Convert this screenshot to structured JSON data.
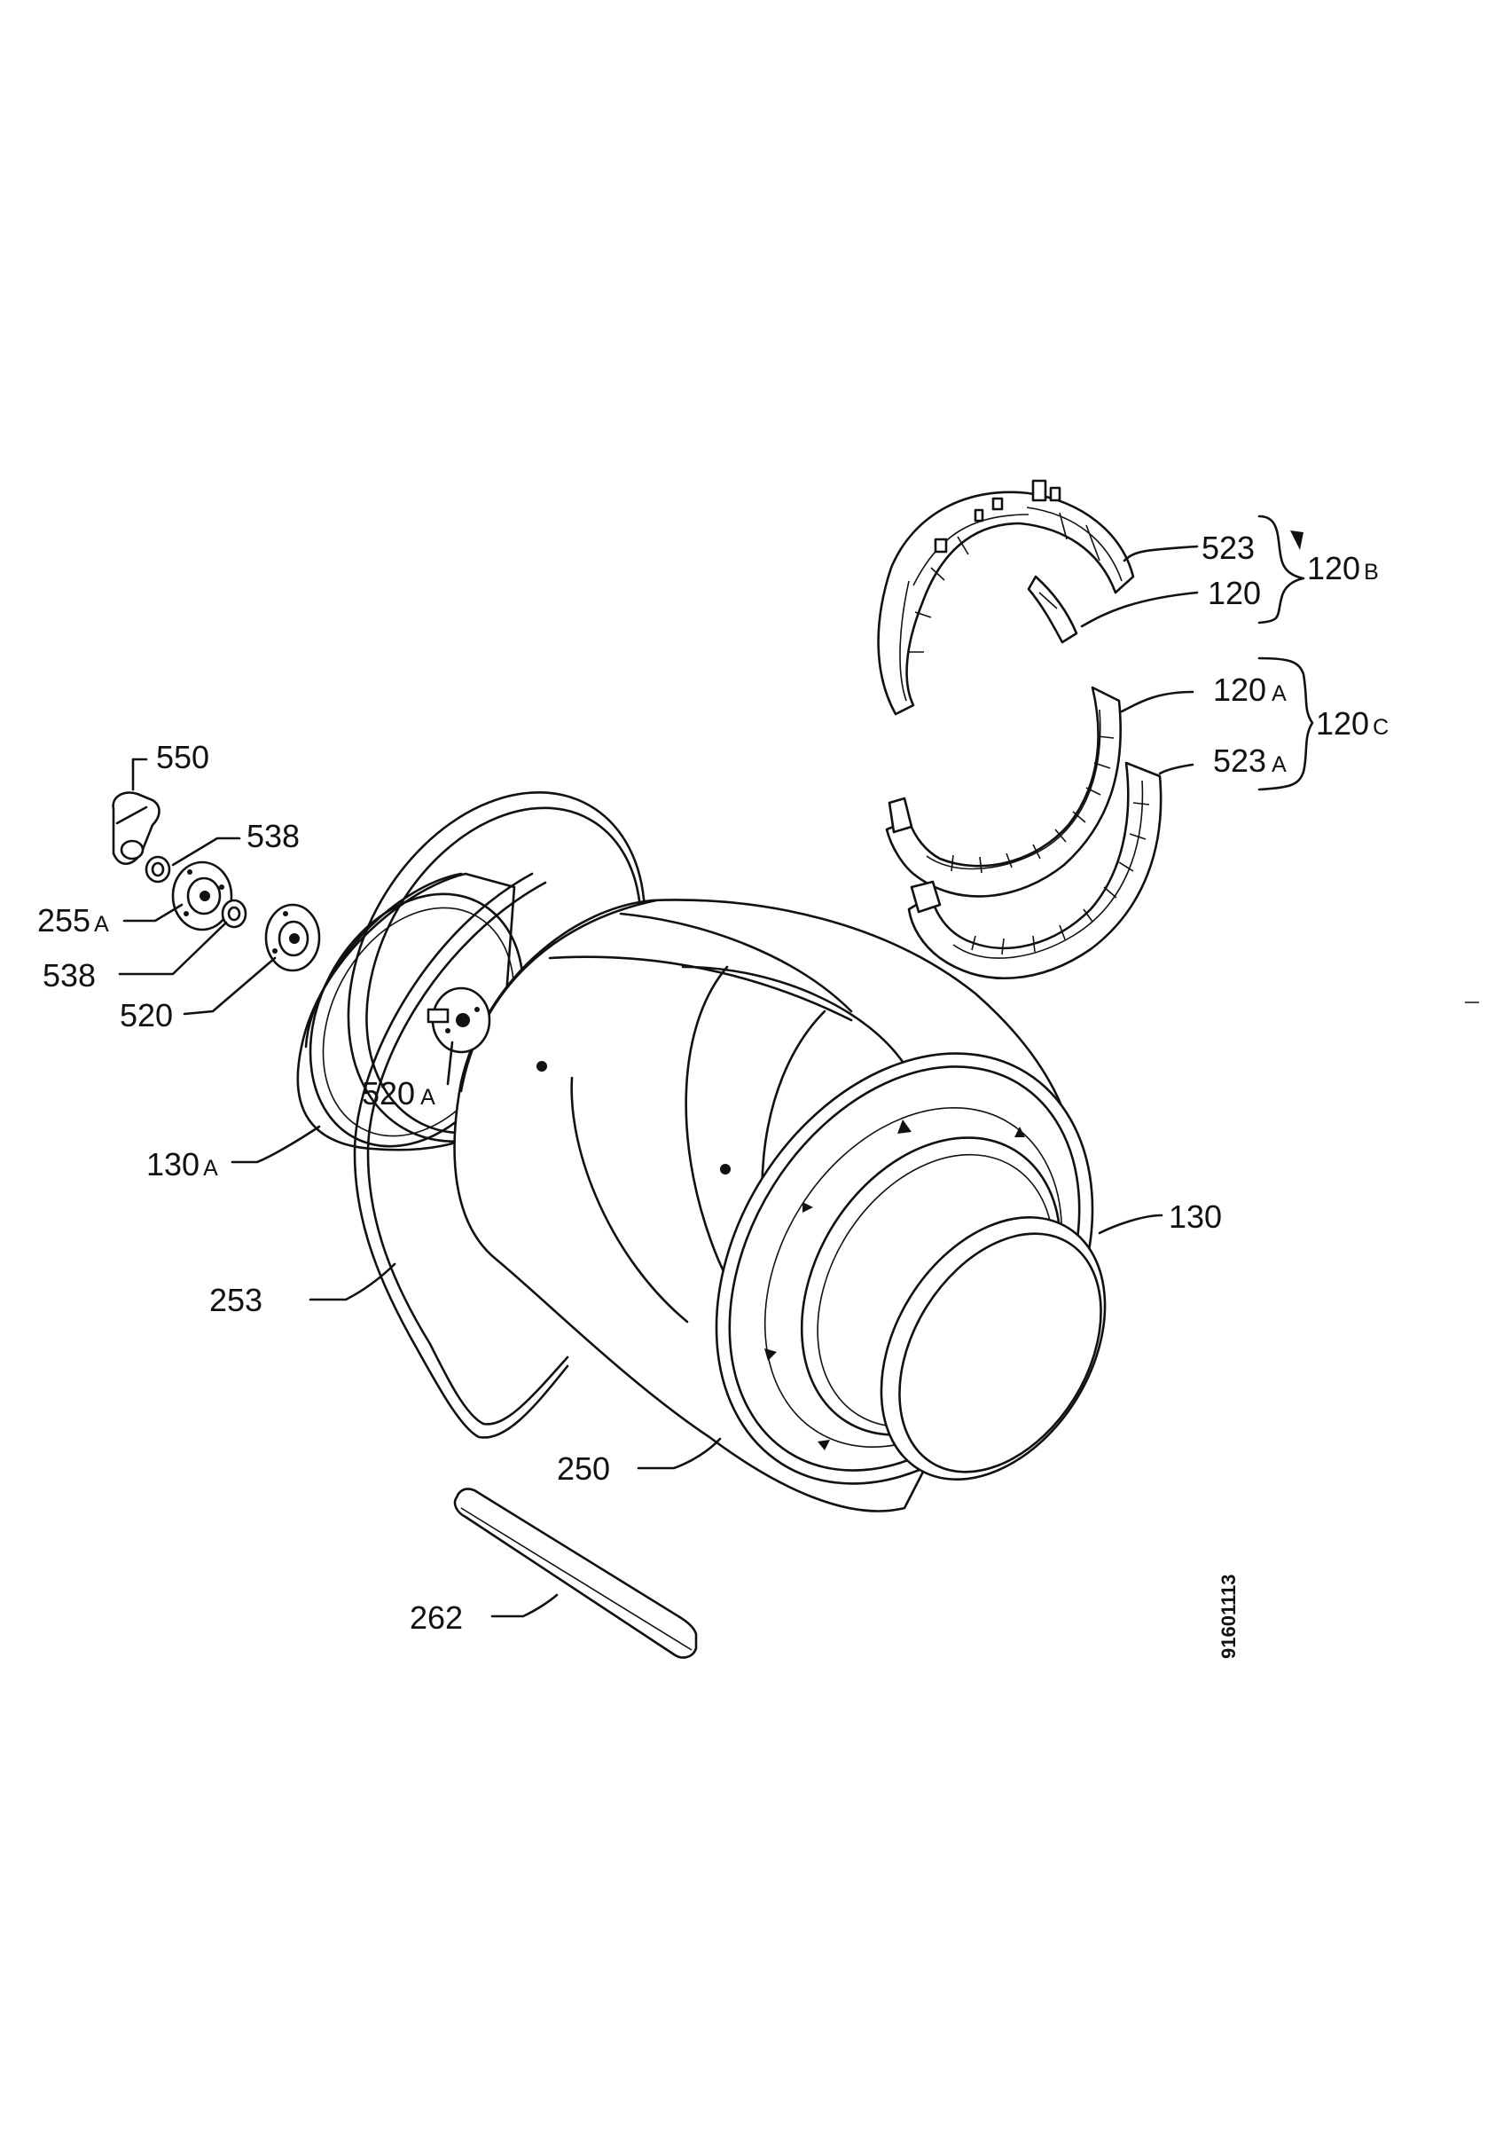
{
  "diagram": {
    "drawing_code": "91601113",
    "parts": [
      {
        "id": "p523",
        "num": "523",
        "suffix": ""
      },
      {
        "id": "p120",
        "num": "120",
        "suffix": ""
      },
      {
        "id": "p120B",
        "num": "120",
        "suffix": "B"
      },
      {
        "id": "p120A",
        "num": "120",
        "suffix": "A"
      },
      {
        "id": "p523A",
        "num": "523",
        "suffix": "A"
      },
      {
        "id": "p120C",
        "num": "120",
        "suffix": "C"
      },
      {
        "id": "p550",
        "num": "550",
        "suffix": ""
      },
      {
        "id": "p538a",
        "num": "538",
        "suffix": ""
      },
      {
        "id": "p255A",
        "num": "255",
        "suffix": "A"
      },
      {
        "id": "p538b",
        "num": "538",
        "suffix": ""
      },
      {
        "id": "p520",
        "num": "520",
        "suffix": ""
      },
      {
        "id": "p520A",
        "num": "520",
        "suffix": "A"
      },
      {
        "id": "p130A",
        "num": "130",
        "suffix": "A"
      },
      {
        "id": "p130",
        "num": "130",
        "suffix": ""
      },
      {
        "id": "p253",
        "num": "253",
        "suffix": ""
      },
      {
        "id": "p250",
        "num": "250",
        "suffix": ""
      },
      {
        "id": "p262",
        "num": "262",
        "suffix": ""
      }
    ]
  }
}
